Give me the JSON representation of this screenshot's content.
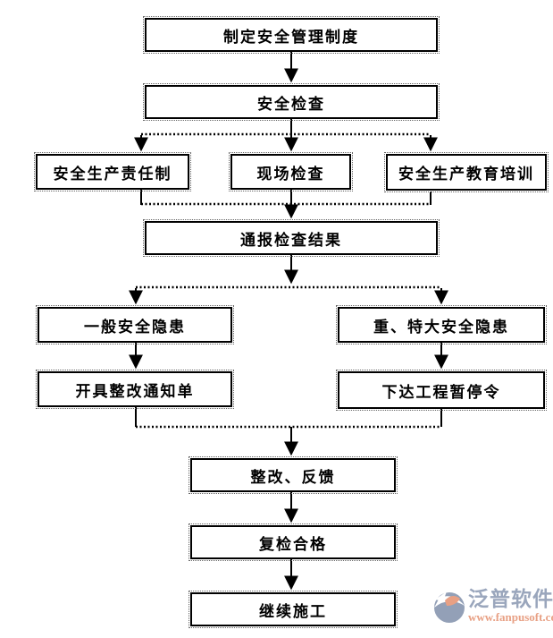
{
  "nodes": [
    {
      "id": "establish-safety-system",
      "label": "制定安全管理制度"
    },
    {
      "id": "safety-inspection",
      "label": "安全检查"
    },
    {
      "id": "responsibility-system",
      "label": "安全生产责任制"
    },
    {
      "id": "site-inspection",
      "label": "现场检查"
    },
    {
      "id": "education-training",
      "label": "安全生产教育培训"
    },
    {
      "id": "report-results",
      "label": "通报检查结果"
    },
    {
      "id": "general-hazard",
      "label": "一般安全隐患"
    },
    {
      "id": "major-hazard",
      "label": "重、特大安全隐患"
    },
    {
      "id": "rectification-notice",
      "label": "开具整改通知单"
    },
    {
      "id": "suspension-order",
      "label": "下达工程暂停令"
    },
    {
      "id": "rectify-feedback",
      "label": "整改、反馈"
    },
    {
      "id": "recheck-passed",
      "label": "复检合格"
    },
    {
      "id": "continue-construction",
      "label": "继续施工"
    }
  ],
  "logo": {
    "name": "泛普软件",
    "url": "www.fanpusoft.com"
  },
  "colors": {
    "line": "#000000",
    "node_background": "#ffffff",
    "node_border": "#000000",
    "logo_name": "#9aa6bc",
    "logo_url": "#e8a084"
  }
}
